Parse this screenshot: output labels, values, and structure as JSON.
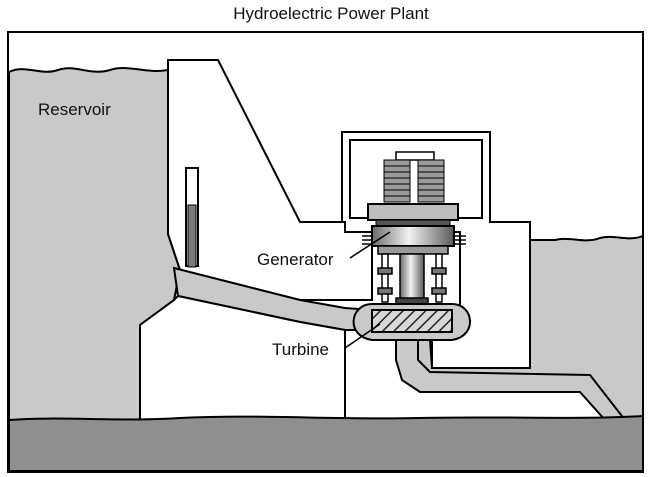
{
  "title": "Hydroelectric Power Plant",
  "labels": {
    "reservoir": "Reservoir",
    "generator": "Generator",
    "turbine": "Turbine"
  },
  "colors": {
    "water": "#c9c9c9",
    "ground": "#8f8f8f",
    "outline": "#000000",
    "background": "#ffffff"
  }
}
